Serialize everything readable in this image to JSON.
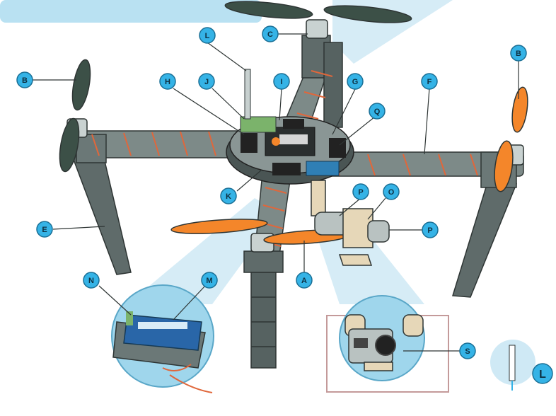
{
  "labels": {
    "A": "A",
    "B": "B",
    "C": "C",
    "E": "E",
    "F": "F",
    "G": "G",
    "H": "H",
    "I": "I",
    "J": "J",
    "K": "K",
    "L": "L",
    "M": "M",
    "N": "N",
    "O": "O",
    "P": "P",
    "Q": "Q",
    "S": "S"
  },
  "colors": {
    "callout": "#35b3e6",
    "frame": "#6b7a78",
    "frame_dark": "#3d4746",
    "prop_dark": "#3c5047",
    "prop_orange": "#f4862a",
    "wire": "#e0673b",
    "light_beam": "#bfe3f2",
    "inset_bg": "#9fd6ec",
    "gimbal": "#e6d7b8"
  }
}
